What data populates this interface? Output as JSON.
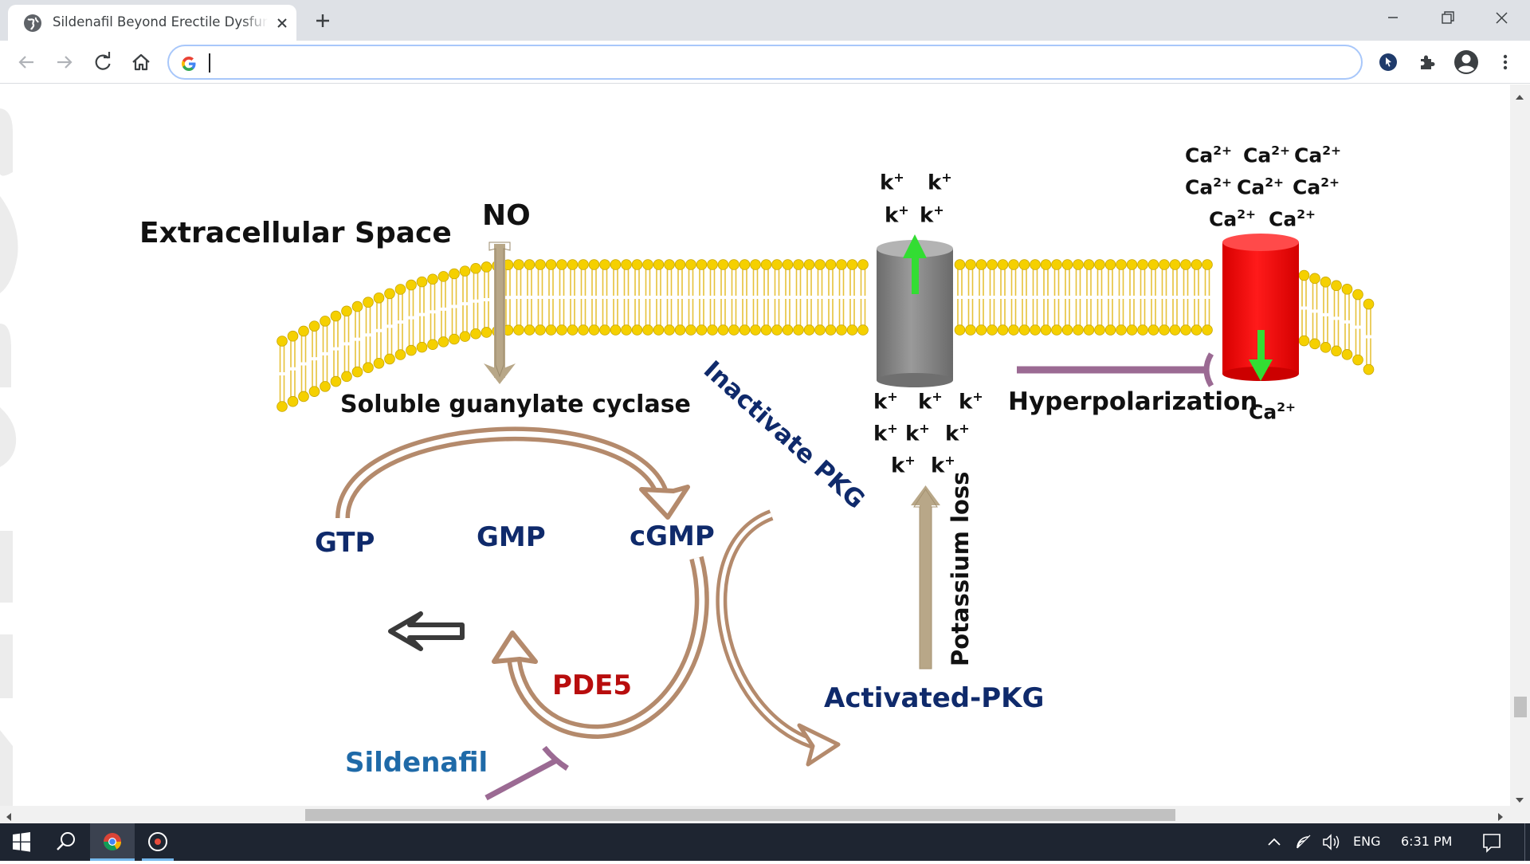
{
  "browser": {
    "tab_title": "Sildenafil Beyond Erectile Dysfunction",
    "address_value": "",
    "colors": {
      "tabstrip": "#dee1e6",
      "accent": "#a8c7fa"
    }
  },
  "diagram": {
    "extracellular": "Extracellular Space",
    "no": "NO",
    "sgc": "Soluble guanylate cyclase",
    "gtp": "GTP",
    "gmp": "GMP",
    "cgmp": "cGMP",
    "pde5": "PDE5",
    "sildenafil": "Sildenafil",
    "inactivate": "Inactivate PKG",
    "activated": "Activated-PKG",
    "potassium_loss": "Potassium loss",
    "hyperpolarization": "Hyperpolarization",
    "k_ion": "k+",
    "ca_ion": "Ca2+",
    "colors": {
      "membrane_head": "#f5d000",
      "membrane_tail": "#e6c23a",
      "cycle_arrow": "#b48a6c",
      "no_arrow": "#b8a788",
      "k_channel": "#7d7d7d",
      "ca_channel": "#ee0000",
      "flow_arrow": "#33dd33",
      "inhibit": "#9b6a93",
      "navy_text": "#0f2a6b",
      "red_text": "#b80d0d",
      "blue_text": "#1f6aa8"
    }
  },
  "taskbar": {
    "language": "ENG",
    "time": "6:31 PM"
  }
}
